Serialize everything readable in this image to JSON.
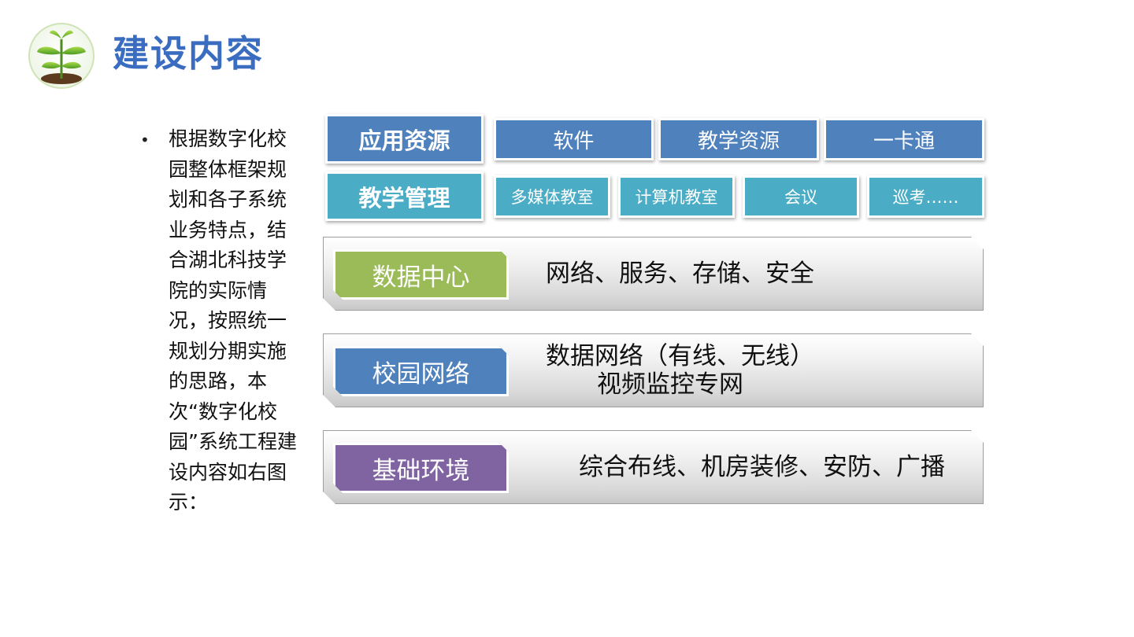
{
  "title": "建设内容",
  "intro": "根据数字化校园整体框架规划和各子系统业务特点，结合湖北科技学院的实际情况，按照统一规划分期实施的思路，本次“数字化校园”系统工程建设内容如右图示：",
  "application": {
    "label": "应用资源",
    "items": [
      "软件",
      "教学资源",
      "一卡通"
    ]
  },
  "teaching": {
    "label": "教学管理",
    "items": [
      "多媒体教室",
      "计算机教室",
      "会议",
      "巡考……"
    ]
  },
  "layers": [
    {
      "label": "数据中心",
      "lines": [
        "网络、服务、存储、安全"
      ],
      "color": "#9bbb59"
    },
    {
      "label": "校园网络",
      "lines": [
        "数据网络（有线、无线）",
        "视频监控专网"
      ],
      "color": "#4f81bd"
    },
    {
      "label": "基础环境",
      "lines": [
        "综合布线、机房装修、安防、广播"
      ],
      "color": "#8064a2"
    }
  ],
  "colors": {
    "title": "#3a6cc0",
    "blue": "#4f81bd",
    "teal": "#4bacc6",
    "green": "#9bbb59",
    "purple": "#8064a2"
  },
  "icons": {
    "logo": "seedling-icon",
    "bullet": "bullet-dot-icon"
  }
}
